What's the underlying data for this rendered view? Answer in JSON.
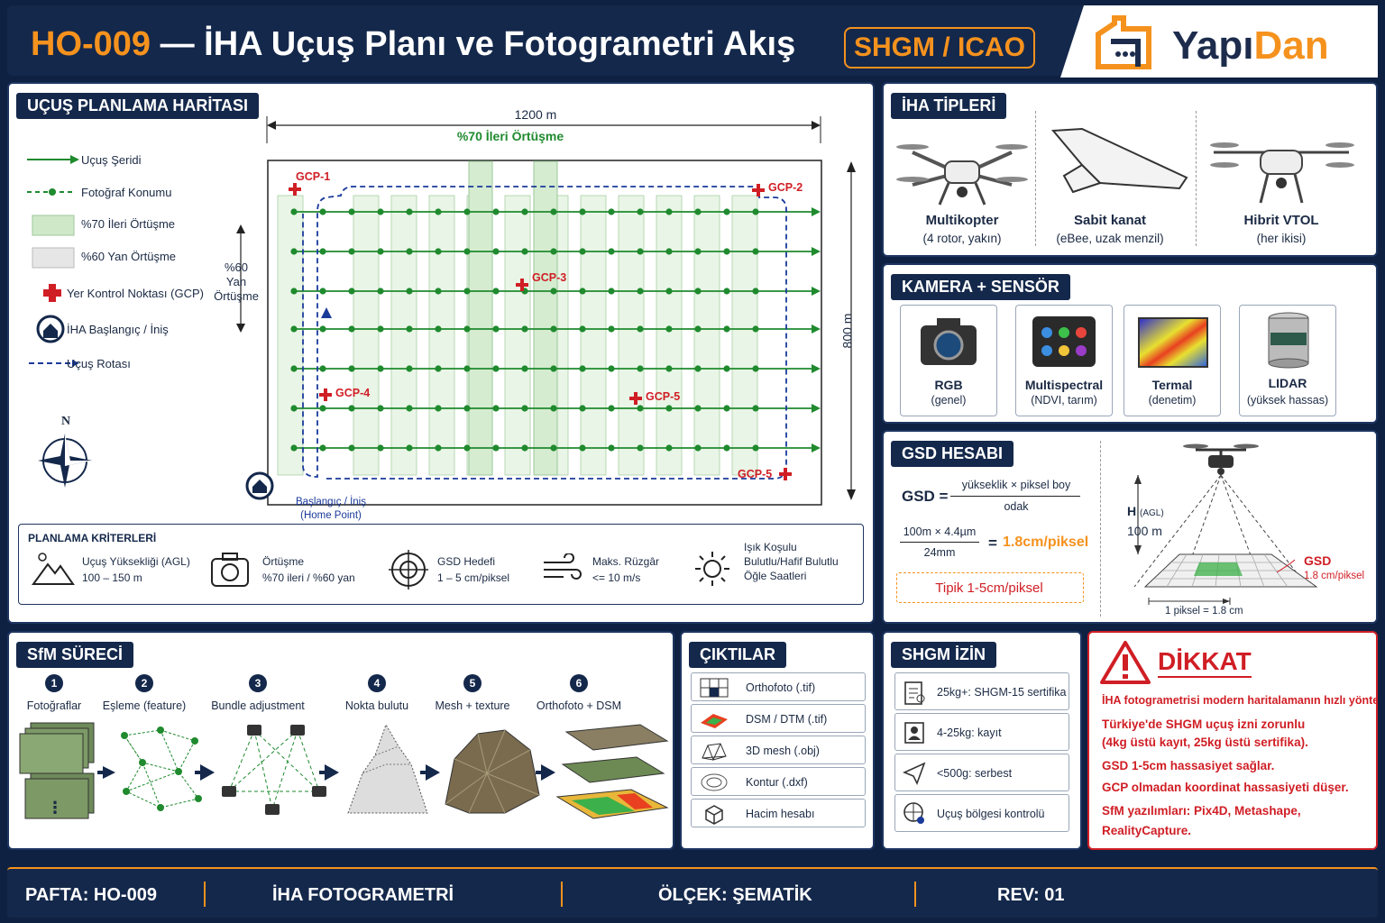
{
  "header": {
    "code": "HO-009",
    "title_rest": " — İHA Uçuş Planı ve Fotogrametri Akış",
    "badge": "SHGM / ICAO",
    "brand_a": "Yapı",
    "brand_b": "Dan"
  },
  "map": {
    "tag": "UÇUŞ PLANLAMA HARİTASI",
    "legend": [
      "Uçuş Şeridi",
      "Fotoğraf Konumu",
      "%70 İleri Örtüşme",
      "%60 Yan Örtüşme",
      "Yer Kontrol Noktası (GCP)",
      "İHA Başlangıç / İniş",
      "Uçuş Rotası"
    ],
    "width_label": "1200 m",
    "forward_overlap_label": "%70 İleri Örtüşme",
    "height_label": "800 m",
    "side_overlap_label": [
      "%60",
      "Yan",
      "Örtüşme"
    ],
    "north": "N",
    "gcps": [
      "GCP-1",
      "GCP-2",
      "GCP-3",
      "GCP-4",
      "GCP-5",
      "GCP-5"
    ],
    "home_label": [
      "Başlangıç / İniş",
      "(Home Point)"
    ]
  },
  "criteria": {
    "title": "PLANLAMA KRİTERLERİ",
    "items": [
      {
        "l1": "Uçuş Yüksekliği (AGL)",
        "l2": "100 – 150 m",
        "l3": ""
      },
      {
        "l1": "Örtüşme",
        "l2": "%70 ileri / %60 yan",
        "l3": ""
      },
      {
        "l1": "GSD Hedefi",
        "l2": "1 – 5 cm/piksel",
        "l3": ""
      },
      {
        "l1": "Maks. Rüzgâr",
        "l2": "<= 10 m/s",
        "l3": ""
      },
      {
        "l1": "Işık Koşulu",
        "l2": "Bulutlu/Hafif Bulutlu",
        "l3": "Öğle Saatleri"
      }
    ]
  },
  "uav_types": {
    "tag": "İHA TİPLERİ",
    "items": [
      {
        "name": "Multikopter",
        "desc": "(4 rotor, yakın)"
      },
      {
        "name": "Sabit kanat",
        "desc": "(eBee, uzak menzil)"
      },
      {
        "name": "Hibrit VTOL",
        "desc": "(her ikisi)"
      }
    ]
  },
  "sensors": {
    "tag": "KAMERA + SENSÖR",
    "items": [
      {
        "name": "RGB",
        "desc": "(genel)"
      },
      {
        "name": "Multispectral",
        "desc": "(NDVI, tarım)"
      },
      {
        "name": "Termal",
        "desc": "(denetim)"
      },
      {
        "name": "LIDAR",
        "desc": "(yüksek hassas)"
      }
    ]
  },
  "gsd": {
    "tag": "GSD HESABI",
    "lhs": "GSD =",
    "numerator": "yükseklik × piksel boy",
    "denominator": "odak",
    "ex_num": "100m × 4.4µm",
    "ex_den": "24mm",
    "ex_eq": "=",
    "ex_result": "1.8cm/piksel",
    "typical": "Tipik 1-5cm/piksel",
    "h_label": "H",
    "h_sub": "(AGL)",
    "h_val": "100 m",
    "gsd_label": "GSD",
    "gsd_val": "1.8 cm/piksel",
    "pixel_label": "1 piksel = 1.8 cm"
  },
  "sfm": {
    "tag": "SfM SÜRECİ",
    "steps": [
      {
        "n": "1",
        "label": "Fotoğraflar"
      },
      {
        "n": "2",
        "label": "Eşleme (feature)"
      },
      {
        "n": "3",
        "label": "Bundle adjustment"
      },
      {
        "n": "4",
        "label": "Nokta bulutu"
      },
      {
        "n": "5",
        "label": "Mesh + texture"
      },
      {
        "n": "6",
        "label": "Orthofoto + DSM"
      }
    ]
  },
  "outputs": {
    "tag": "ÇIKTILAR",
    "items": [
      "Orthofoto (.tif)",
      "DSM / DTM (.tif)",
      "3D mesh (.obj)",
      "Kontur (.dxf)",
      "Hacim hesabı"
    ]
  },
  "shgm": {
    "tag": "SHGM İZİN",
    "items": [
      "25kg+: SHGM-15 sertifika",
      "4-25kg: kayıt",
      "<500g: serbest",
      "Uçuş bölgesi kontrolü"
    ]
  },
  "warning": {
    "title": "DİKKAT",
    "lines": [
      "İHA fotogrametrisi modern haritalamanın hızlı yöntemi.",
      "Türkiye'de SHGM uçuş izni zorunlu",
      "(4kg üstü kayıt, 25kg üstü sertifika).",
      "GSD 1-5cm hassasiyet sağlar.",
      "GCP olmadan koordinat hassasiyeti düşer.",
      "SfM yazılımları: Pix4D, Metashape,",
      "RealityCapture."
    ]
  },
  "footer": {
    "sheet": "PAFTA: HO-009",
    "subject": "İHA FOTOGRAMETRİ",
    "scale": "ÖLÇEK: ŞEMATİK",
    "rev": "REV: 01"
  },
  "colors": {
    "navy": "#14284b",
    "orange": "#f5921e",
    "green": "#1f8a2e",
    "red": "#d01e25",
    "blue": "#1a3a9a"
  }
}
